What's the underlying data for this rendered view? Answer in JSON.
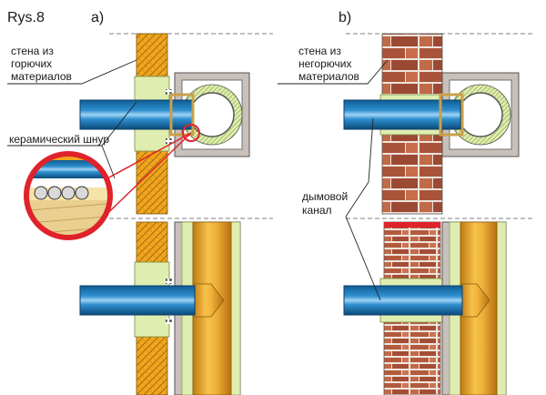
{
  "figure_label": "Rys.8",
  "panels": {
    "a": {
      "letter": "a)",
      "wall_label": [
        "стена из",
        "горючих",
        "материалов"
      ],
      "callout_label": "керамический шнур"
    },
    "b": {
      "letter": "b)",
      "wall_label": [
        "стена из",
        "негорючих",
        "материалов"
      ],
      "channel_label": [
        "дымовой",
        "канал"
      ]
    }
  },
  "colors": {
    "pipe": "#2f8fcf",
    "pipe_dark": "#0f5d94",
    "insulation_wall": "#f3a51c",
    "insulation_hatch": "#8a6a10",
    "sleeve": "#dfeeb0",
    "brick": "#a9543a",
    "masonry_box": "#c9c0ba",
    "flue": "#e9a527",
    "callout_ring": "#e0222a"
  }
}
